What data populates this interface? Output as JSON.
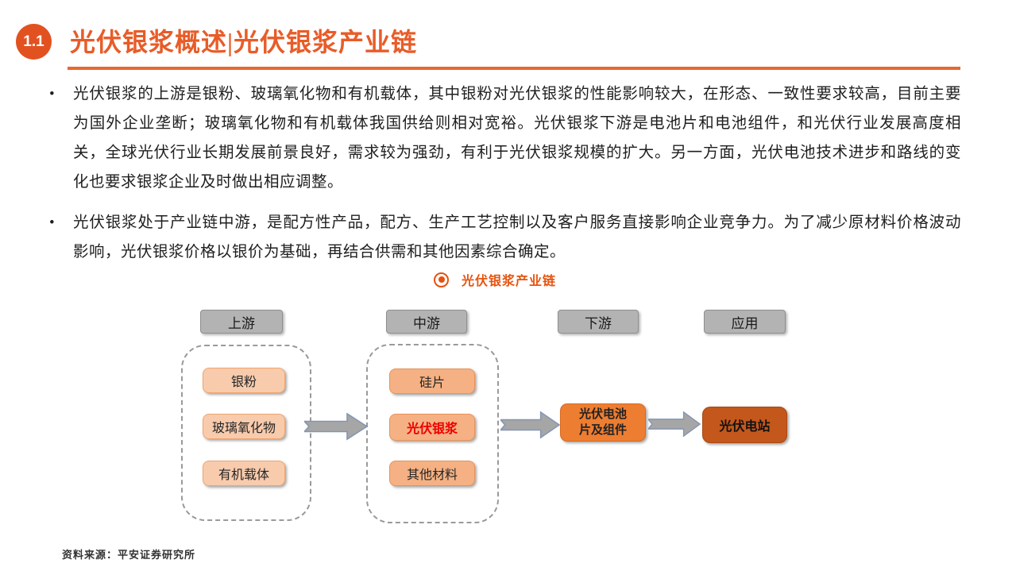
{
  "header": {
    "badge": "1.1",
    "title": "光伏银浆概述|光伏银浆产业链"
  },
  "bullets": [
    "光伏银浆的上游是银粉、玻璃氧化物和有机载体，其中银粉对光伏银浆的性能影响较大，在形态、一致性要求较高，目前主要为国外企业垄断；玻璃氧化物和有机载体我国供给则相对宽裕。光伏银浆下游是电池片和电池组件，和光伏行业发展高度相关，全球光伏行业长期发展前景良好，需求较为强劲，有利于光伏银浆规模的扩大。另一方面，光伏电池技术进步和路线的变化也要求银浆企业及时做出相应调整。",
    "光伏银浆处于产业链中游，是配方性产品，配方、生产工艺控制以及客户服务直接影响企业竞争力。为了减少原材料价格波动影响，光伏银浆价格以银价为基础，再结合供需和其他因素综合确定。"
  ],
  "bullet_glyph": "•",
  "chart_caption": "光伏银浆产业链",
  "diagram": {
    "stages": [
      "上游",
      "中游",
      "下游",
      "应用"
    ],
    "upstream_items": [
      "银粉",
      "玻璃氧化物",
      "有机载体"
    ],
    "midstream_items": [
      "硅片",
      "光伏银浆",
      "其他材料"
    ],
    "downstream_item": "光伏电池片及组件",
    "application_item": "光伏电站"
  },
  "footer": {
    "source": "资料来源：平安证券研究所"
  },
  "colors": {
    "accent_orange": "#E85C28",
    "highlight_red": "#EE0000",
    "stage_gray": "#B3B3B3",
    "upstream_fill": "#F8CBAD",
    "midstream_fill": "#F5B183",
    "downstream_fill": "#ED7D31",
    "application_fill": "#C4571B",
    "arrow_fill": "#A6A6A6",
    "arrow_stroke": "#8496B0"
  }
}
